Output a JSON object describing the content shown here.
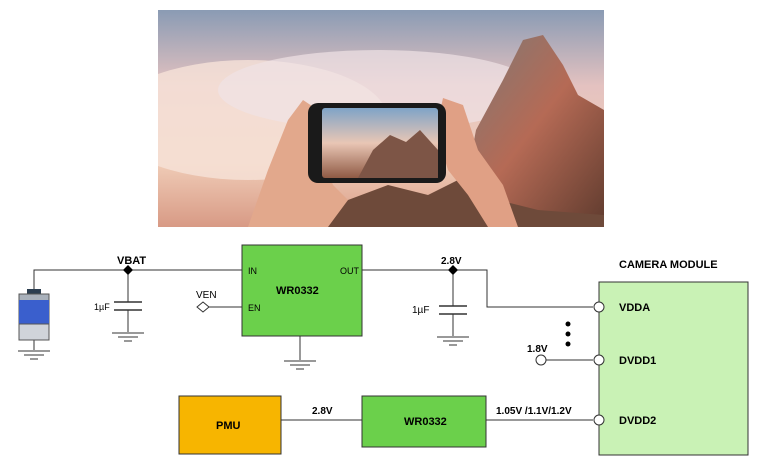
{
  "photo": {
    "subject": "hands-holding-smartphone-photographing-mountain-sea-of-clouds"
  },
  "battery": {
    "net": "VBAT"
  },
  "capacitors": [
    {
      "id": "c1",
      "value": "1µF"
    },
    {
      "id": "c2",
      "value": "1µF"
    }
  ],
  "ldo_top": {
    "name": "WR0332",
    "pins": {
      "in": "IN",
      "out": "OUT",
      "en": "EN"
    },
    "enable_net": "VEN",
    "output_net": "2.8V"
  },
  "pmu": {
    "name": "PMU",
    "output_net": "2.8V"
  },
  "ldo_bottom": {
    "name": "WR0332",
    "output_net": "1.05V /1.1V/1.2V"
  },
  "camera_module": {
    "title": "CAMERA MODULE",
    "pins": [
      "VDDA",
      "DVDD1",
      "DVDD2"
    ],
    "dvdd1_net": "1.8V"
  },
  "colors": {
    "ldo_fill": "#6bd04b",
    "pmu_fill": "#f7b500",
    "camera_fill": "#c9f2b5",
    "battery_top": "#2c3e50",
    "battery_body": "#3a5fcd",
    "wire": "#333333"
  }
}
